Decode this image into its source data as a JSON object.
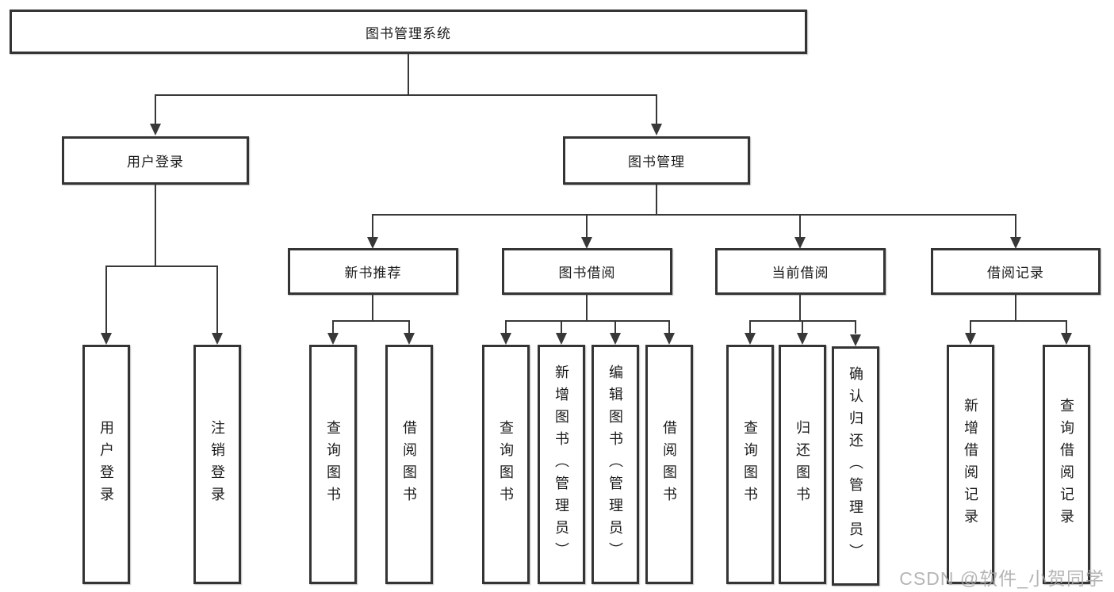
{
  "tree": {
    "label": "图书管理系统",
    "children": [
      {
        "label": "用户登录",
        "children": [
          {
            "label": "用户登录"
          },
          {
            "label": "注销登录"
          }
        ]
      },
      {
        "label": "图书管理",
        "children": [
          {
            "label": "新书推荐",
            "children": [
              {
                "label": "查询图书"
              },
              {
                "label": "借阅图书"
              }
            ]
          },
          {
            "label": "图书借阅",
            "children": [
              {
                "label": "查询图书"
              },
              {
                "label": "新增图书（管理员）"
              },
              {
                "label": "编辑图书（管理员）"
              },
              {
                "label": "借阅图书"
              }
            ]
          },
          {
            "label": "当前借阅",
            "children": [
              {
                "label": "查询图书"
              },
              {
                "label": "归还图书"
              },
              {
                "label": "确认归还（管理员）"
              }
            ]
          },
          {
            "label": "借阅记录",
            "children": [
              {
                "label": "新增借阅记录"
              },
              {
                "label": "查询借阅记录"
              }
            ]
          }
        ]
      }
    ]
  },
  "watermark": "CSDN @软件_小贺同学",
  "colors": {
    "background": "#ffffff",
    "box_border": "#343434",
    "line": "#383838",
    "text": "#1c1c1c",
    "watermark": "#a8a8a8"
  }
}
